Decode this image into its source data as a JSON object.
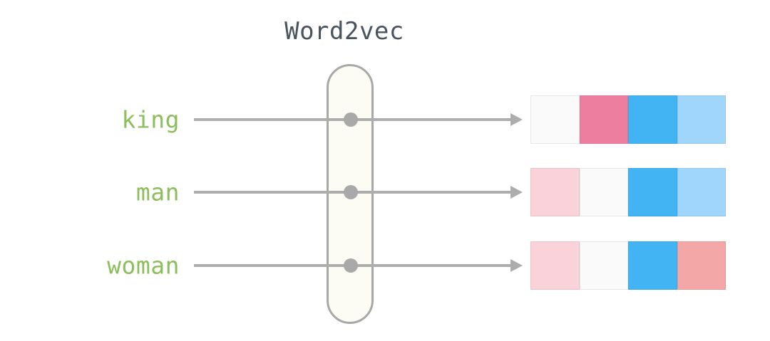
{
  "diagram": {
    "title": "Word2vec",
    "title_color": "#4a545e",
    "label_color": "#8cbf5c",
    "line_color": "#adadad",
    "capsule": {
      "name": "word2vec-model-capsule",
      "fill": "#fdfcf4",
      "stroke": "#a8a8a8"
    },
    "rows": [
      {
        "label": "king",
        "node_name": "node-dot-king",
        "vector_name": "vector-bar-king",
        "vector_cells": [
          "#fafafa",
          "#ee7ea0",
          "#42b4f4",
          "#a0d6fb"
        ]
      },
      {
        "label": "man",
        "node_name": "node-dot-man",
        "vector_name": "vector-bar-man",
        "vector_cells": [
          "#f9d3d9",
          "#fafafa",
          "#42b4f4",
          "#a0d6fb"
        ]
      },
      {
        "label": "woman",
        "node_name": "node-dot-woman",
        "vector_name": "vector-bar-woman",
        "vector_cells": [
          "#f9d3d9",
          "#fafafa",
          "#42b4f4",
          "#f4a7a7"
        ]
      }
    ]
  }
}
